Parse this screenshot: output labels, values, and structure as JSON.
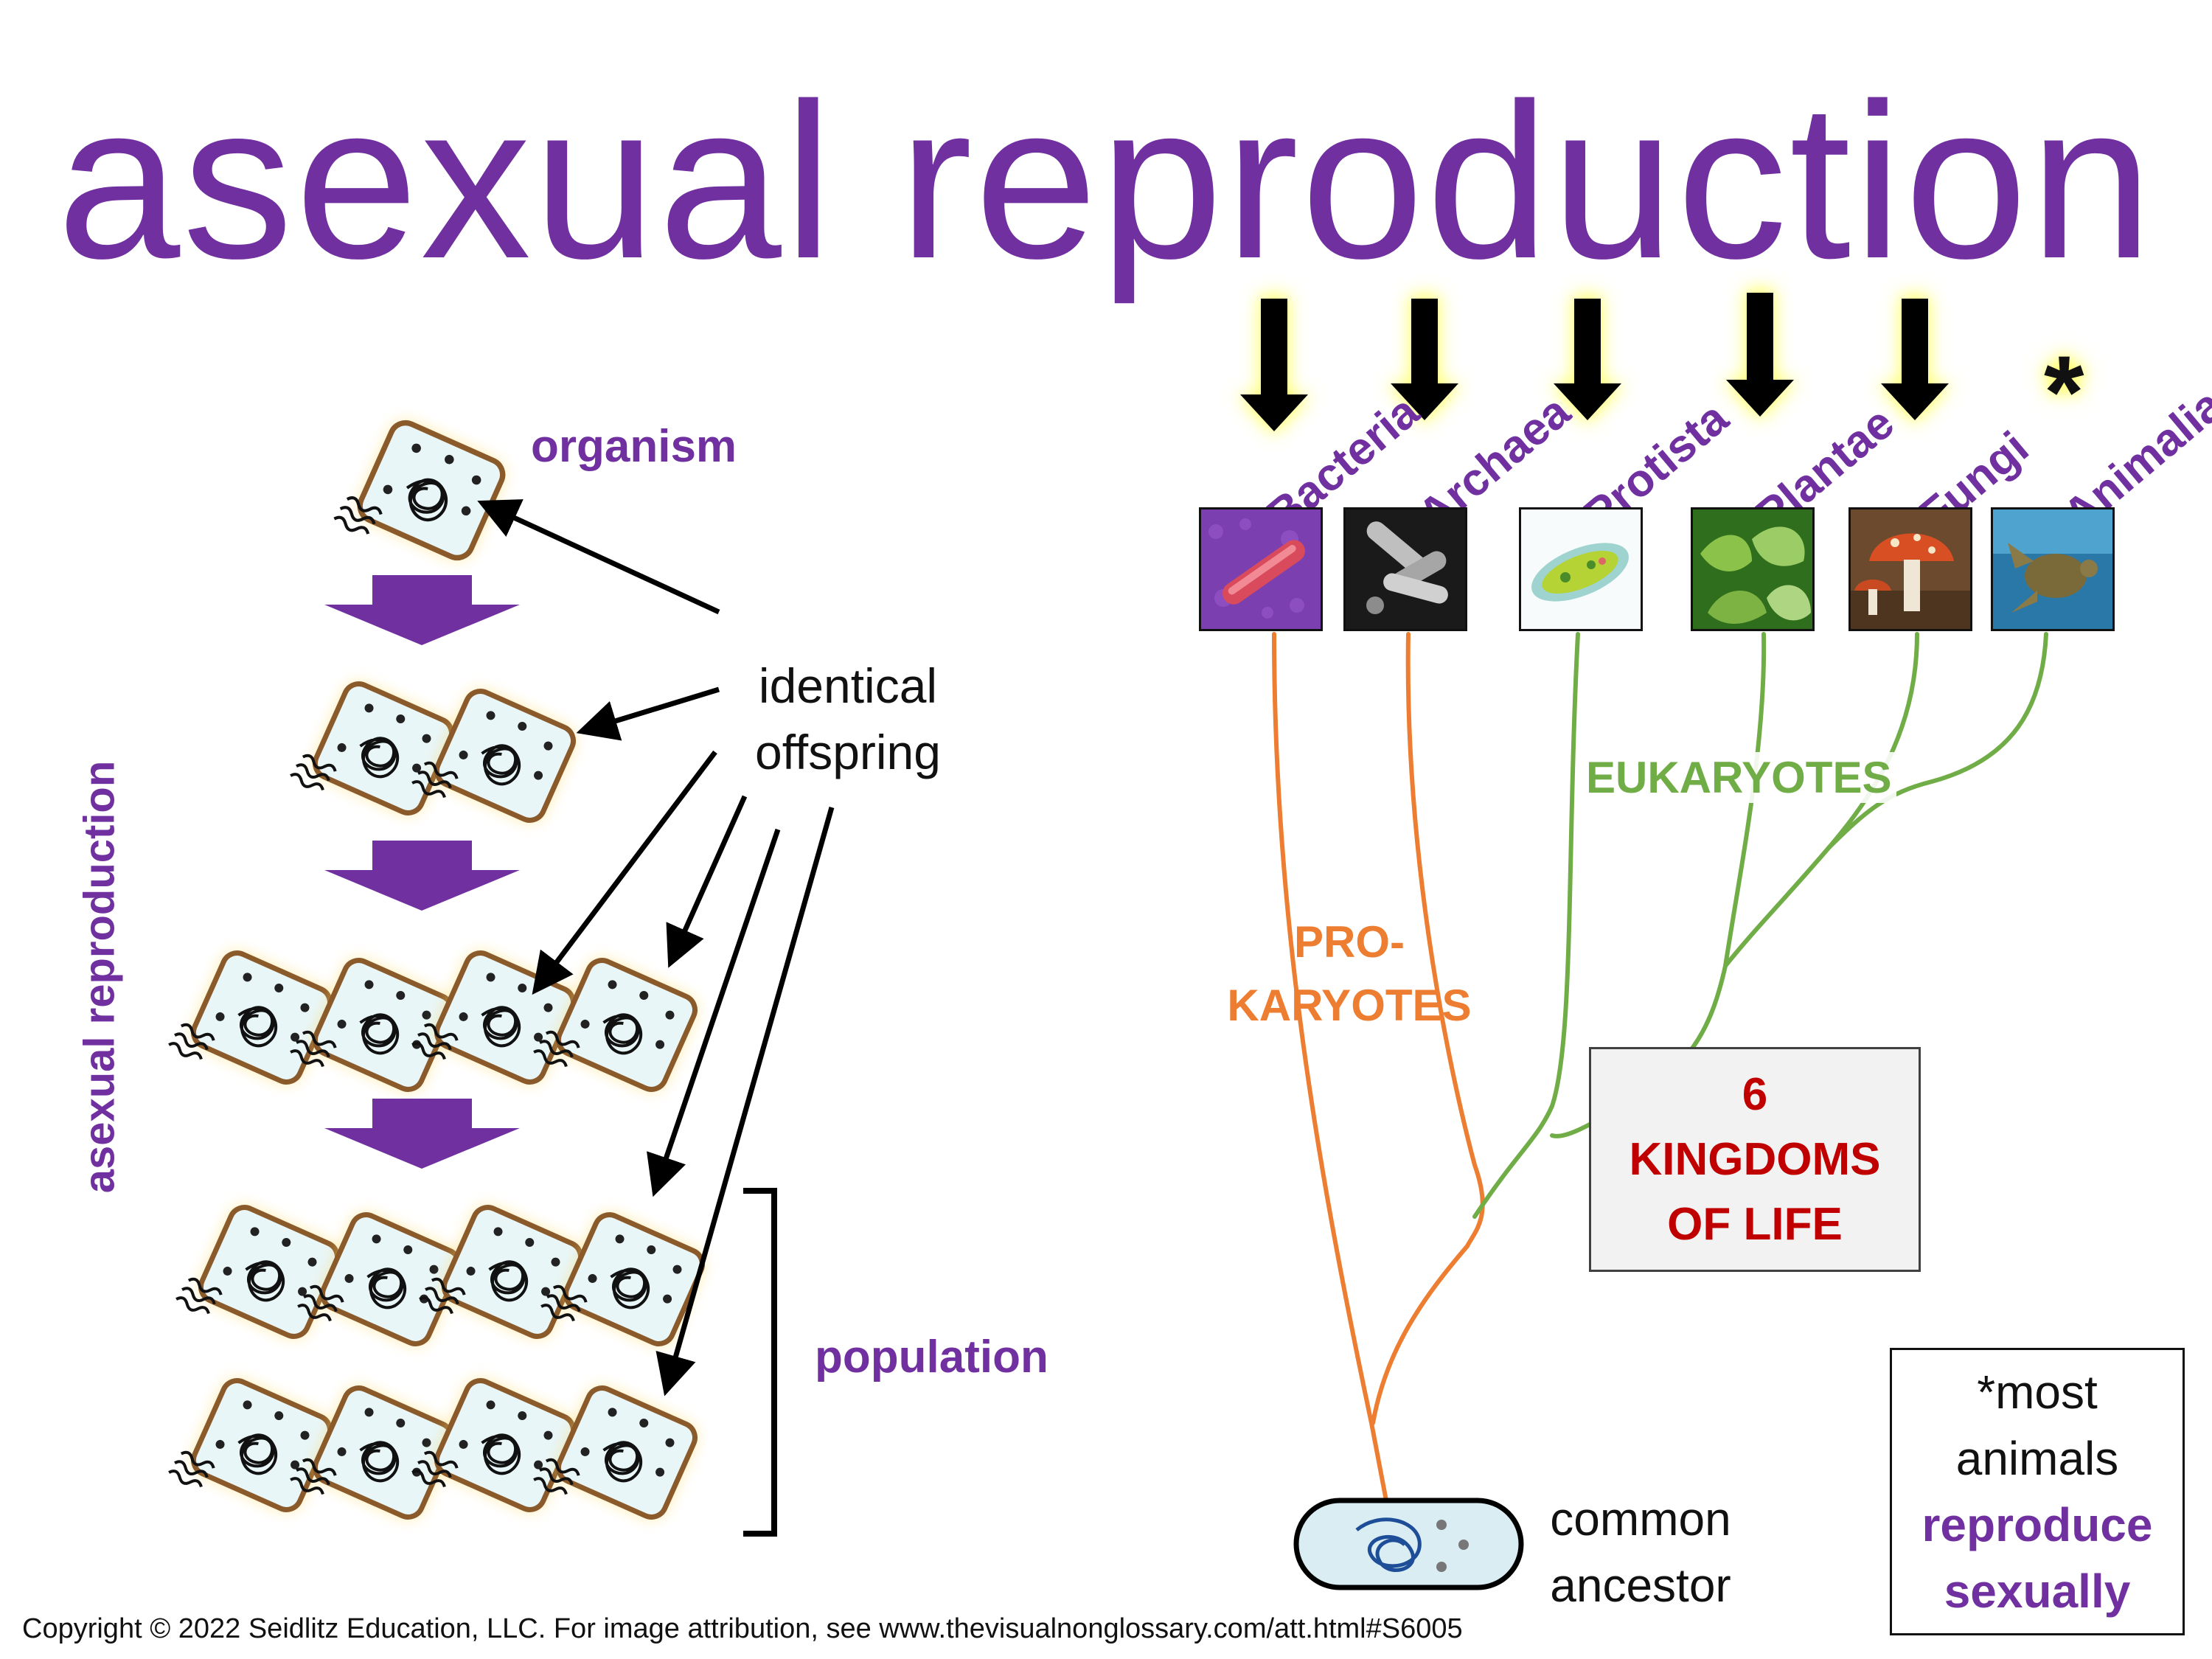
{
  "title": "asexual reproduction",
  "left_panel": {
    "side_label": "asexual reproduction",
    "organism_label": "organism",
    "offspring_label_line1": "identical",
    "offspring_label_line2": "offspring",
    "population_label": "population"
  },
  "tree": {
    "kingdoms": [
      {
        "name": "Bacteria",
        "image": "bacterium-photo-icon",
        "asexual_arrow": true
      },
      {
        "name": "Archaea",
        "image": "archaea-photo-icon",
        "asexual_arrow": true
      },
      {
        "name": "Protista",
        "image": "protist-photo-icon",
        "asexual_arrow": true
      },
      {
        "name": "Plantae",
        "image": "plant-leaves-photo-icon",
        "asexual_arrow": true
      },
      {
        "name": "Fungi",
        "image": "mushroom-photo-icon",
        "asexual_arrow": true
      },
      {
        "name": "Animalia",
        "image": "sea-turtle-photo-icon",
        "asexual_arrow": false
      }
    ],
    "asterisk": "*",
    "eukaryotes_label": "EUKARYOTES",
    "prokaryotes_label_line1": "PRO-",
    "prokaryotes_label_line2": "KARYOTES",
    "kingdoms_box": {
      "line1": "6",
      "line2": "KINGDOMS",
      "line3": "OF LIFE"
    },
    "ancestor_label_line1": "common",
    "ancestor_label_line2": "ancestor"
  },
  "note": {
    "line1": "*most",
    "line2": "animals",
    "line3": "reproduce",
    "line4": "sexually"
  },
  "copyright": "Copyright © 2022 Seidlitz Education, LLC.  For image attribution, see www.thevisualnonglossary.com/att.html#S6005",
  "colors": {
    "title": "#7030a0",
    "prokaryote_branch": "#ed7d31",
    "eukaryote_branch": "#70ad47",
    "kingdoms_box_text": "#c00000",
    "glow": "#ffff66"
  }
}
